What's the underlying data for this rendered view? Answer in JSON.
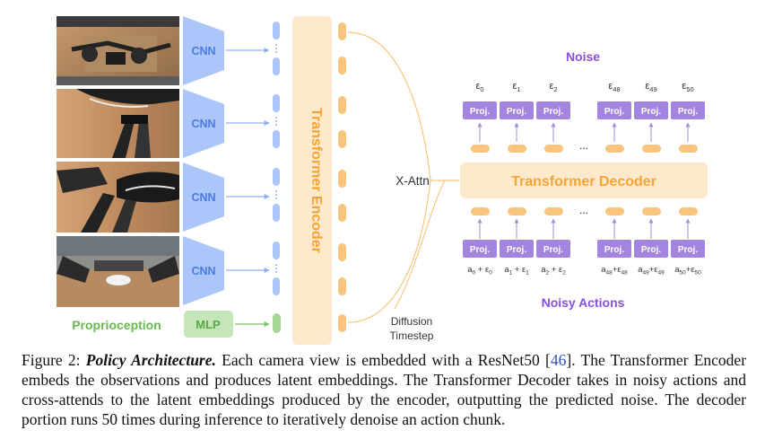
{
  "figure": {
    "cnn_labels": [
      "CNN",
      "CNN",
      "CNN",
      "CNN"
    ],
    "mlp_label": "MLP",
    "proprioception_label": "Proprioception",
    "encoder_label": "Transformer Encoder",
    "xattn_label": "X-Attn",
    "diffusion_label": [
      "Diffusion",
      "Timestep"
    ],
    "decoder_label": "Transformer Decoder",
    "noise_title": "Noise",
    "noisy_actions_title": "Noisy Actions",
    "proj_label": "Proj.",
    "ellipsis": "...",
    "noise_labels": [
      {
        "base": "ε",
        "sub": "0"
      },
      {
        "base": "ε",
        "sub": "1"
      },
      {
        "base": "ε",
        "sub": "2"
      },
      {
        "base": "ε",
        "sub": "48"
      },
      {
        "base": "ε",
        "sub": "49"
      },
      {
        "base": "ε",
        "sub": "50"
      }
    ],
    "action_labels": [
      {
        "a": "a",
        "as": "0",
        "e": "ε",
        "es": "0"
      },
      {
        "a": "a",
        "as": "1",
        "e": "ε",
        "es": "1"
      },
      {
        "a": "a",
        "as": "2",
        "e": "ε",
        "es": "2"
      },
      {
        "a": "a",
        "as": "48",
        "e": "ε",
        "es": "48"
      },
      {
        "a": "a",
        "as": "49",
        "e": "ε",
        "es": "49"
      },
      {
        "a": "a",
        "as": "50",
        "e": "ε",
        "es": "50"
      }
    ],
    "colors": {
      "cnn": "#adc6fa",
      "cnn_text": "#4a7be0",
      "mlp": "#c5e6b9",
      "mlp_text": "#58a844",
      "encoder": "#fde9cc",
      "encoder_text": "#f7a437",
      "token_orange": "#f9c47d",
      "proj": "#a385df",
      "noise_text": "#8a4fdc"
    }
  },
  "caption": {
    "label": "Figure 2:",
    "title": "Policy Architecture.",
    "text_a": " Each camera view is embedded with a ResNet50 [",
    "ref": "46",
    "text_b": "]. The Transformer Encoder embeds the observations and produces latent embeddings. The Transformer Decoder takes in noisy actions and cross-attends to the latent embeddings produced by the encoder, outputting the predicted noise. The decoder portion runs 50 times during inference to iteratively denoise an action chunk."
  }
}
